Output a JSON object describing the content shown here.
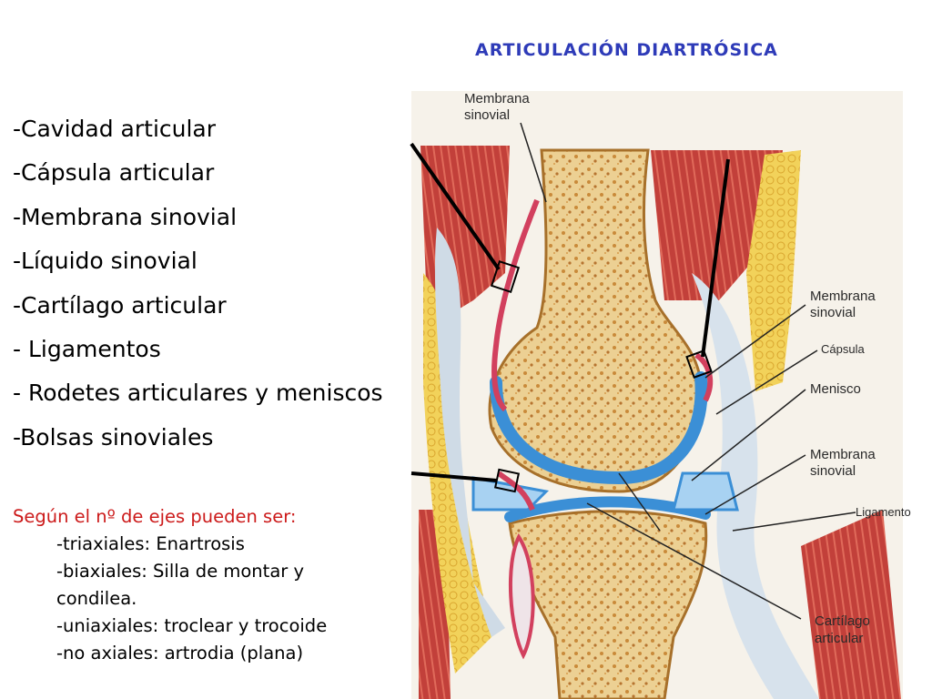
{
  "title": "ARTICULACIÓN DIARTRÓSICA",
  "title_color": "#2e3bb8",
  "components": [
    "-Cavidad articular",
    "-Cápsula articular",
    "-Membrana sinovial",
    "-Líquido sinovial",
    "-Cartílago articular",
    "- Ligamentos",
    "- Rodetes articulares y meniscos",
    "-Bolsas sinoviales"
  ],
  "axes_heading": "Según el nº de ejes pueden ser:",
  "axes_heading_color": "#cc1a1a",
  "axes_items": [
    "-triaxiales: Enartrosis",
    "-biaxiales: Silla de montar y",
    "condilea.",
    "-uniaxiales: troclear  y  trocoide",
    "-no axiales: artrodia (plana)"
  ],
  "diagram_labels": {
    "top_line1": "Membrana",
    "top_line2": "sinovial",
    "mem_right_line1": "Membrana",
    "mem_right_line2": "sinovial",
    "capsula": "Cápsula",
    "menisco": "Menisco",
    "mem_low_line1": "Membrana",
    "mem_low_line2": "sinovial",
    "ligamento": "Ligamento",
    "cart_line1": "Cartílago",
    "cart_line2": "articular"
  },
  "diagram_colors": {
    "muscle": "#c2403a",
    "bone": "#e8c98a",
    "cartilage": "#3b8fd6",
    "synovial": "#d2405e",
    "fat": "#f2d25a"
  }
}
